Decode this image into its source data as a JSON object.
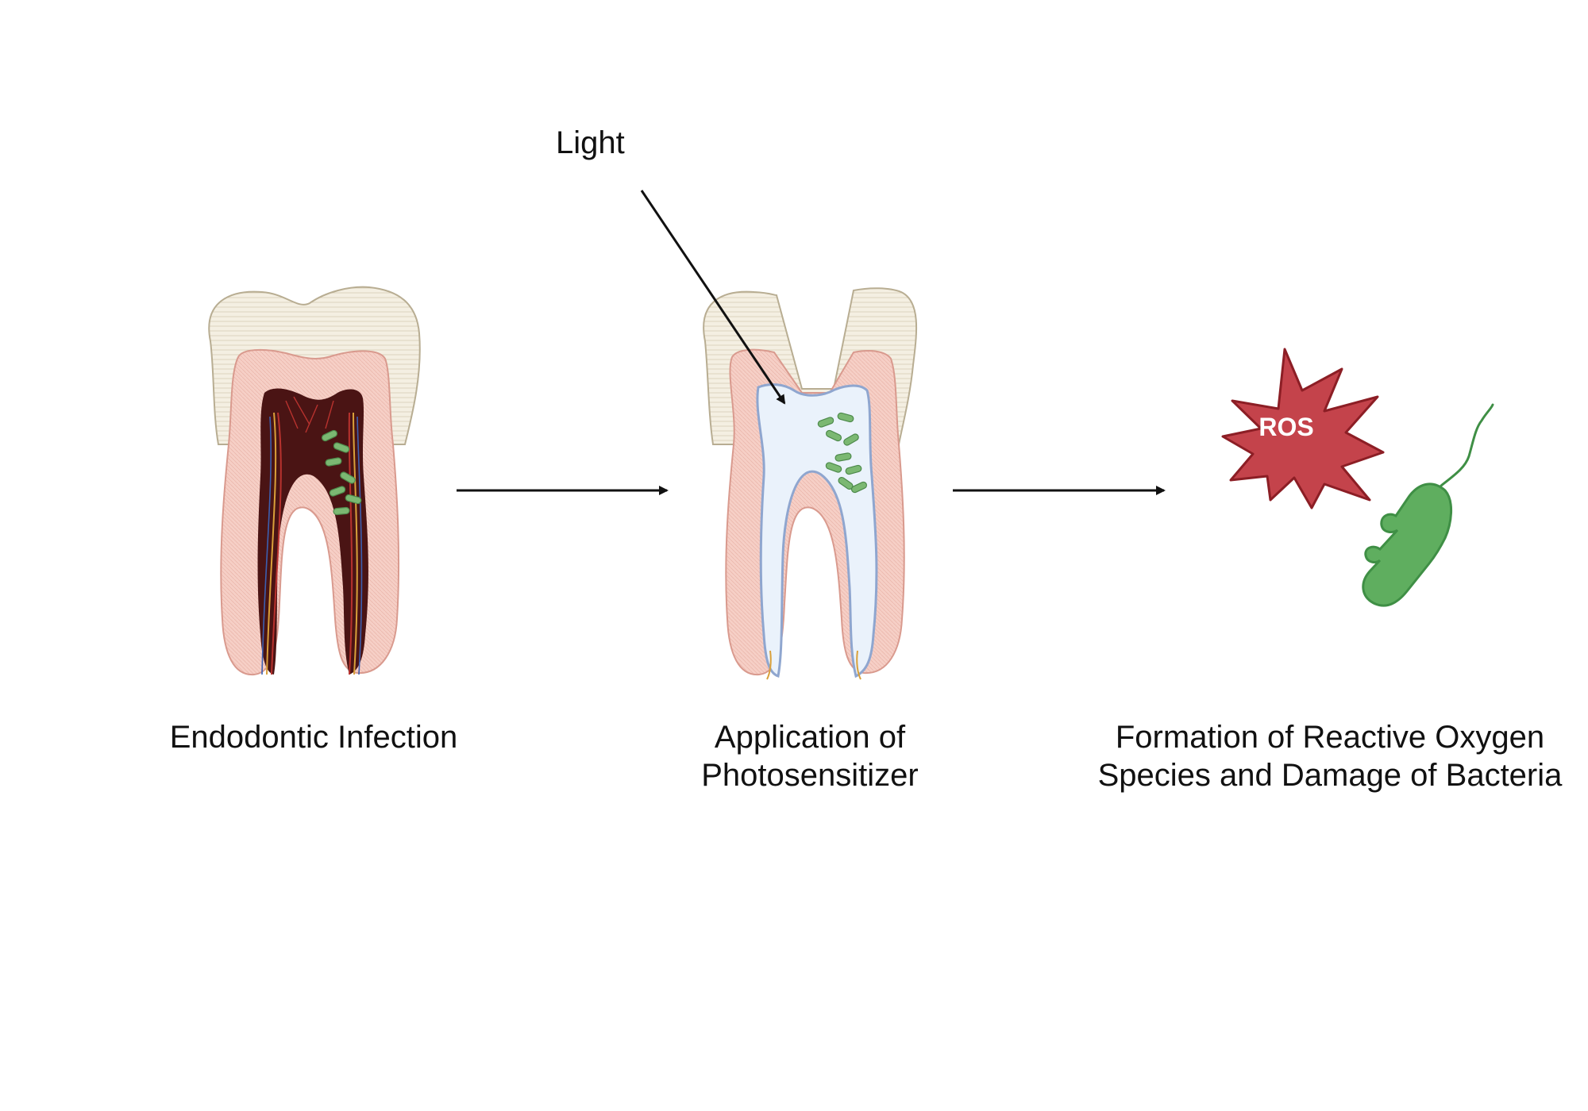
{
  "labels": {
    "light": "Light",
    "ros": "ROS",
    "step1": [
      "Endodontic Infection"
    ],
    "step2": [
      "Application of",
      "Photosensitizer"
    ],
    "step3": [
      "Formation of Reactive Oxygen",
      "Species and Damage of Bacteria"
    ]
  },
  "icons": {
    "tooth1": "infected-tooth-icon",
    "tooth2": "photosensitizer-tooth-icon",
    "ros": "ros-burst-icon",
    "bacterium": "damaged-bacterium-icon"
  },
  "colors": {
    "enamel": "#f1ead8",
    "dentin": "#f4c9c0",
    "pulp": "#4a1414",
    "photosensitizer": "#eaf2fb",
    "photosensitizer_outline": "#8fa6cf",
    "bacteria": "#6aa86a",
    "ros": "#c4434b",
    "arrow": "#111111"
  }
}
